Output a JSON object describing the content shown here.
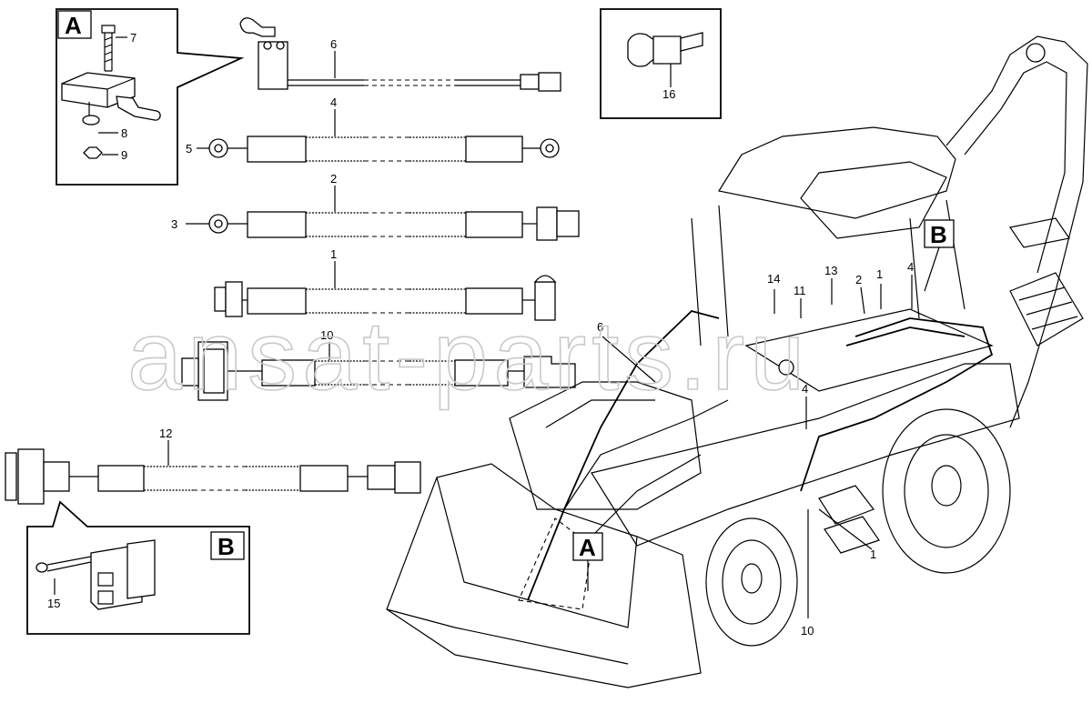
{
  "watermark": "ansat-parts.ru",
  "detail_boxes": [
    {
      "id": "A",
      "letter": "A"
    },
    {
      "id": "B",
      "letter": "B"
    }
  ],
  "callout_letters": {
    "a": "A",
    "b": "B"
  },
  "part_numbers": {
    "p1": "1",
    "p2": "2",
    "p3": "3",
    "p4": "4",
    "p5": "5",
    "p6": "6",
    "p7": "7",
    "p8": "8",
    "p9": "9",
    "p10": "10",
    "p11": "11",
    "p12": "12",
    "p13": "13",
    "p14": "14",
    "p15": "15",
    "p16": "16"
  }
}
